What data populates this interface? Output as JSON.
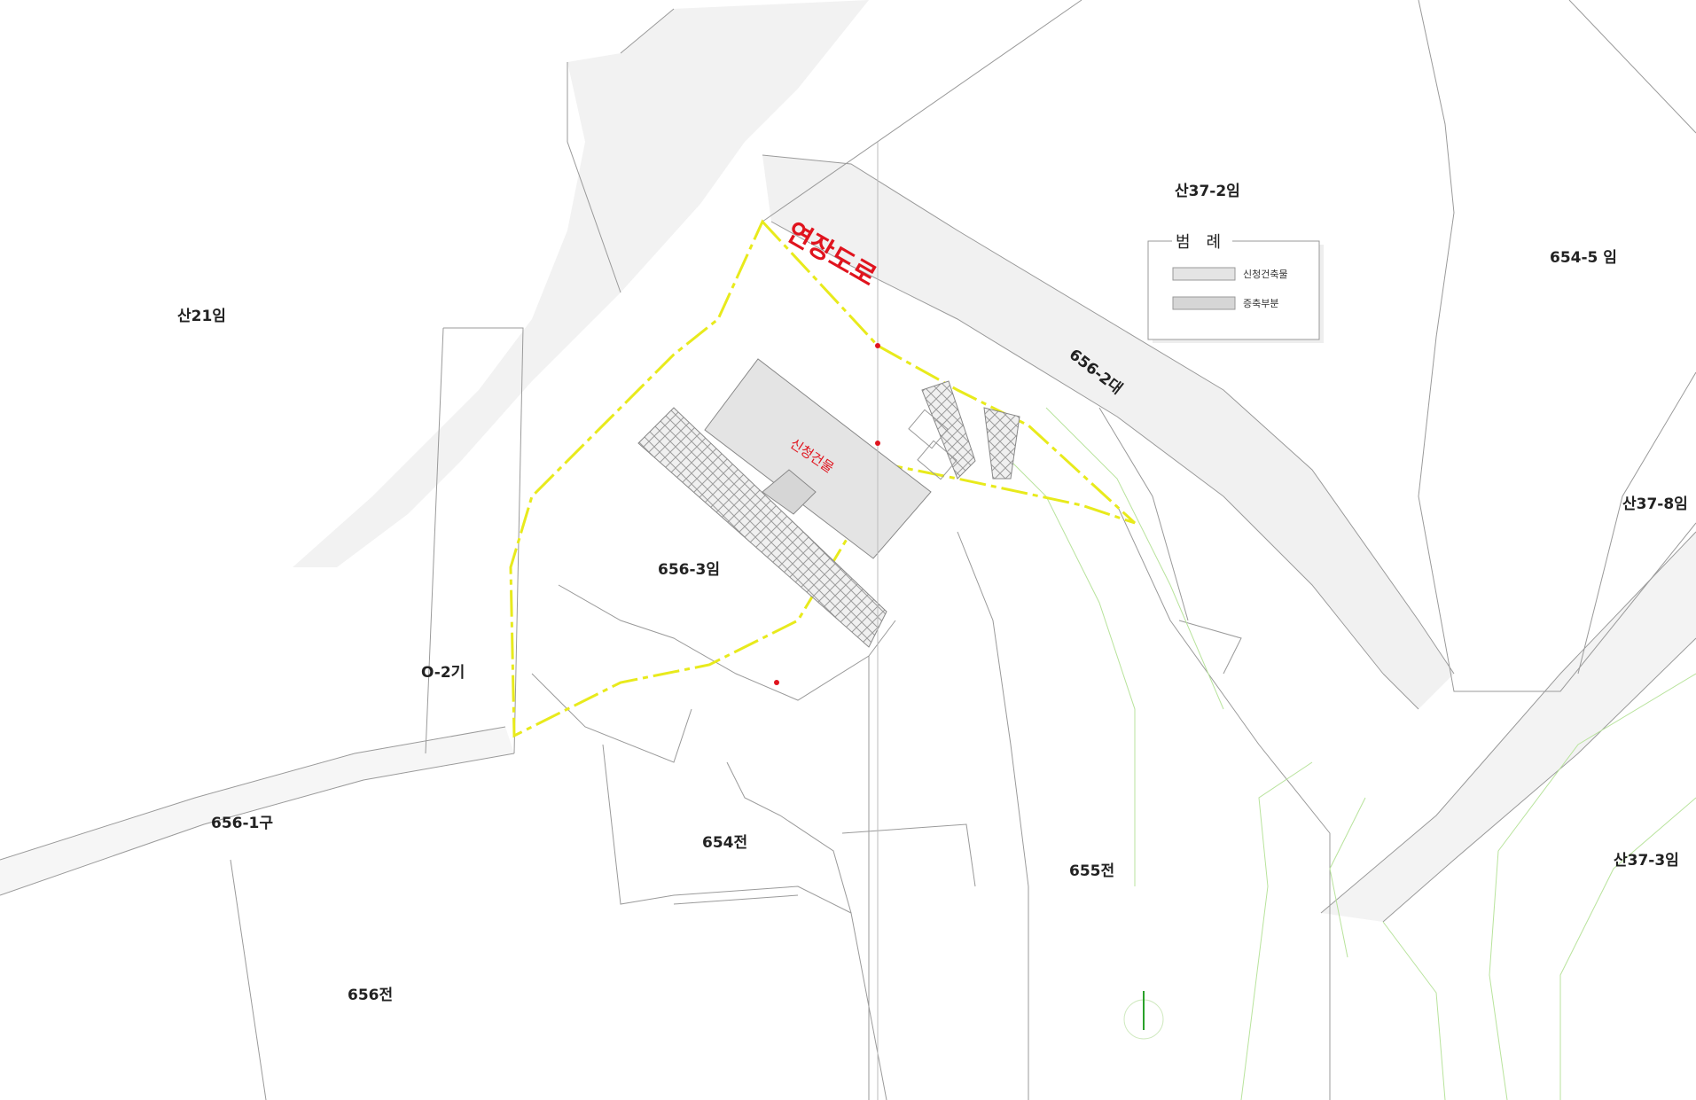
{
  "road": {
    "label": "연장도로"
  },
  "building": {
    "label": "신청건물"
  },
  "legend": {
    "title": "범례",
    "items": [
      {
        "label": "신청건축물",
        "fill": "#e4e4e4"
      },
      {
        "label": "증축부분",
        "fill": "#d6d6d6"
      }
    ]
  },
  "parcels": {
    "p_san21": "산21임",
    "p_san37_2": "산37-2임",
    "p_654_5": "654-5 임",
    "p_656_2": "656-2대",
    "p_san37_8": "산37-8임",
    "p_656_3": "656-3임",
    "p_o2": "O-2기",
    "p_656_1": "656-1구",
    "p_654": "654전",
    "p_655": "655전",
    "p_san37_3": "산37-3임",
    "p_656": "656전"
  },
  "colors": {
    "boundary": "#e8ea1c",
    "road_text": "#e0141e",
    "parcel_line": "#9a9a9a",
    "contour": "#b8e39c",
    "paving": "#dcdcdc"
  },
  "icons": {
    "north": "north-arrow-icon"
  }
}
